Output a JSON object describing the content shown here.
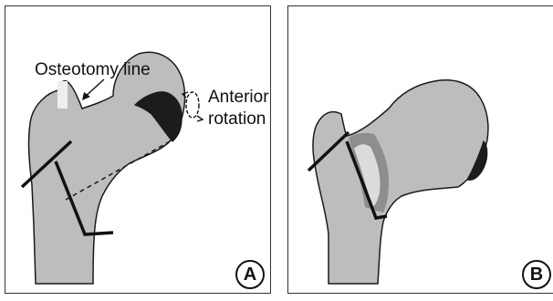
{
  "panel_a": {
    "osteotomy_label": "Osteotomy line",
    "rotation_label_line1": "Anterior",
    "rotation_label_line2": "rotation",
    "badge": "A"
  },
  "panel_b": {
    "badge": "B"
  },
  "colors": {
    "bone": "#bdbdbd",
    "bone_outline": "#1a1a1a",
    "necrotic": "#1c1c1c",
    "graft_dark": "#8e8e8e",
    "graft_light": "#dcdcdc",
    "frame": "#333333"
  }
}
